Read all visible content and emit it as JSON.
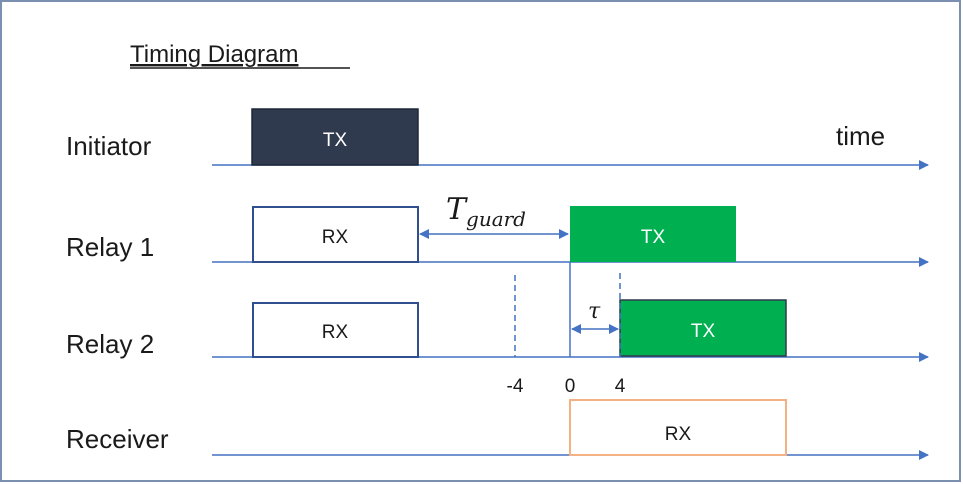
{
  "diagram": {
    "title": "Timing Diagram",
    "time_label": "time",
    "guard_label_main": "T",
    "guard_label_sub": "guard",
    "tau_label": "τ",
    "lanes": [
      {
        "name": "Initiator"
      },
      {
        "name": "Relay 1"
      },
      {
        "name": "Relay 2"
      },
      {
        "name": "Receiver"
      }
    ],
    "boxes": {
      "initiator_tx": "TX",
      "relay1_rx": "RX",
      "relay1_tx": "TX",
      "relay2_rx": "RX",
      "relay2_tx": "TX",
      "receiver_rx": "RX"
    },
    "ticks": [
      "-4",
      "0",
      "4"
    ],
    "colors": {
      "frame": "#7b8fb0",
      "axis": "#4472c4",
      "tx_dark": "#2f3a4e",
      "tx_green": "#00b050",
      "rx_border": "#2f4f8f",
      "receiver_border": "#f4b183",
      "guides": "#4472c4"
    }
  }
}
